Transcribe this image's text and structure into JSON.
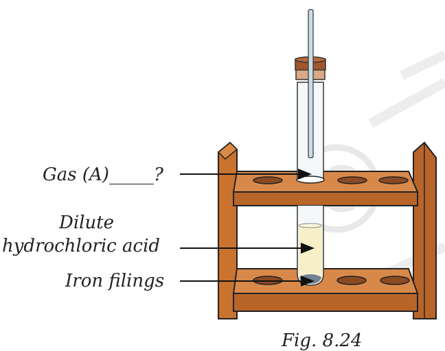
{
  "labels": {
    "gas": "Gas (A)_____?",
    "dilute": "Dilute",
    "acid": "hydrochloric acid",
    "iron": "Iron filings"
  },
  "caption": "Fig. 8.24",
  "watermark": "©N",
  "colors": {
    "wood": "#c9732e",
    "wood_dark": "#9a5422",
    "hole": "#8a4a22",
    "stopper": "#a0572c",
    "liquid": "#f6efc8",
    "filings": "#6f8192"
  }
}
